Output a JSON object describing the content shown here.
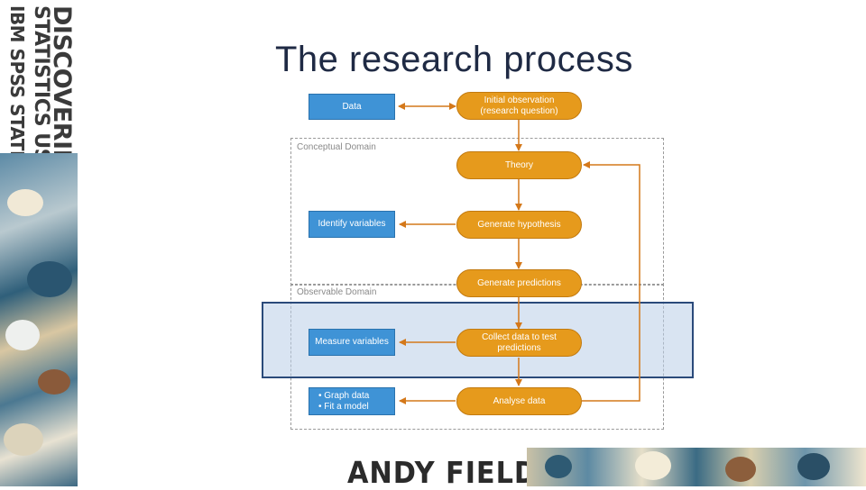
{
  "brand": {
    "line1": "DISCOVERING",
    "line2": "STATISTICS USING",
    "line3": "IBM SPSS STATISTICS",
    "author": "ANDY FIELD"
  },
  "title": "The research process",
  "diagram": {
    "conceptual_label": "Conceptual Domain",
    "observable_label": "Observable Domain",
    "nodes": {
      "data": "Data",
      "initial_observation": "Initial observation\n(research question)",
      "theory": "Theory",
      "identify_variables": "Identify variables",
      "generate_hypothesis": "Generate hypothesis",
      "generate_predictions": "Generate predictions",
      "measure_variables": "Measure variables",
      "collect_data": "Collect data to test\npredictions",
      "graph_fit": "• Graph data\n• Fit a model",
      "analyse_data": "Analyse data"
    }
  },
  "colors": {
    "orange": "#e69a1c",
    "blue": "#3f93d6",
    "arrow": "#d4781a",
    "highlight_border": "#2a4a7a",
    "title": "#1f2a44"
  }
}
